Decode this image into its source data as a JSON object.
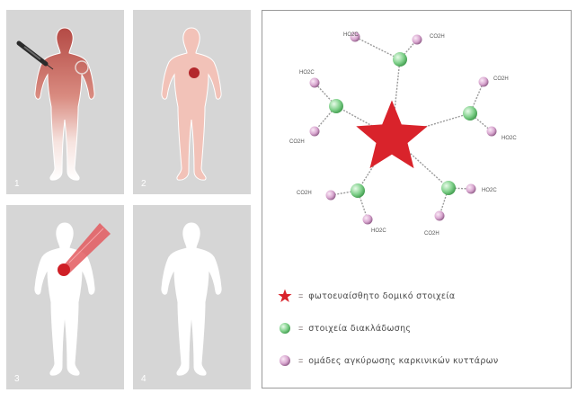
{
  "panels": [
    {
      "number": "1"
    },
    {
      "number": "2"
    },
    {
      "number": "3"
    },
    {
      "number": "4"
    }
  ],
  "molecule": {
    "group_label_a": "HO2C",
    "group_label_b": "CO2H"
  },
  "legend": [
    {
      "text": "φωτοευαίσθητο δομικό στοιχεία",
      "symbol": "star-icon"
    },
    {
      "text": "στοιχεία διακλάδωσης",
      "symbol": "green-sphere-icon"
    },
    {
      "text": "ομάδες αγκύρωσης καρκινικών κυττάρων",
      "symbol": "pink-sphere-icon"
    }
  ],
  "colors": {
    "star": "#d9232b",
    "branch": "#7fd08a",
    "anchor": "#d8a6cf",
    "panel_bg": "#d6d6d6",
    "body_skin": "#f2c2b8",
    "tumor": "#b3282c"
  }
}
